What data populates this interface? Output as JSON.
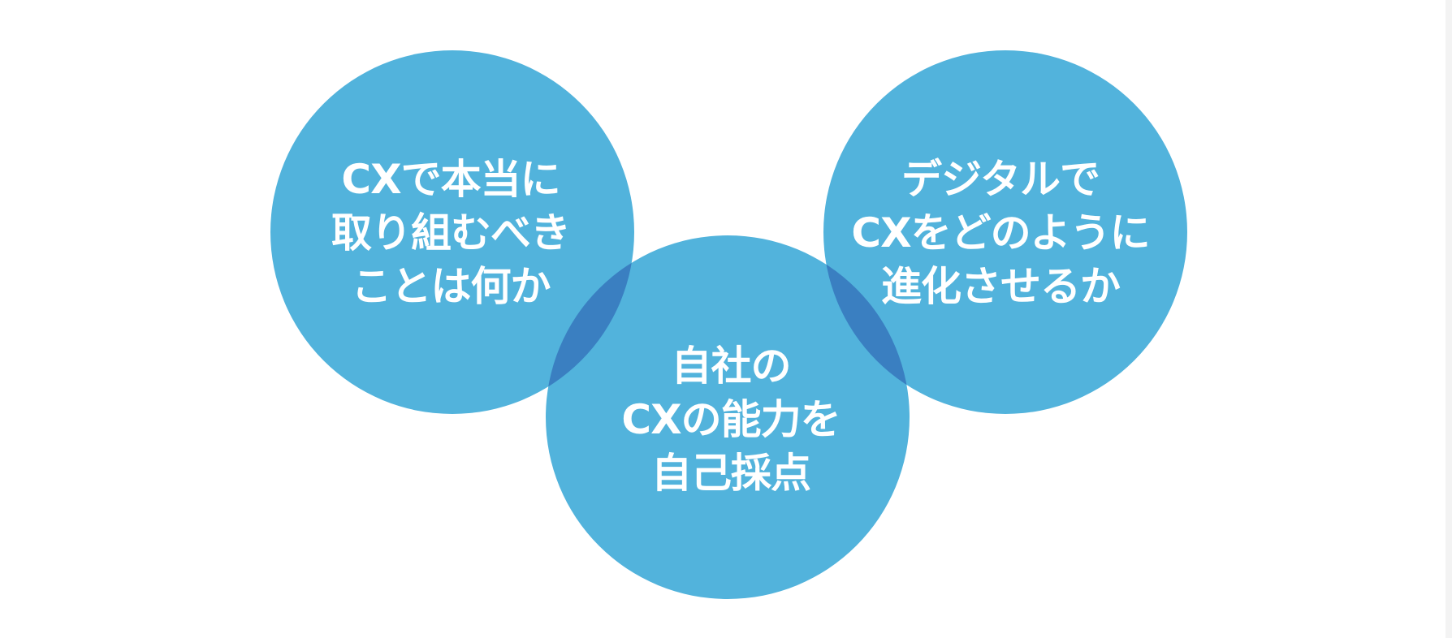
{
  "colors": {
    "circle": "#52B3DC",
    "overlap": "#3A7FC1",
    "text": "#FFFFFF",
    "background": "#FFFFFF"
  },
  "circles": {
    "left": {
      "lines": [
        "CXで本当に",
        "取り組むべき",
        "ことは何か"
      ]
    },
    "right": {
      "lines": [
        "デジタルで",
        "CXをどのように",
        "進化させるか"
      ]
    },
    "bottom": {
      "lines": [
        "自社の",
        "CXの能力を",
        "自己採点"
      ]
    }
  }
}
